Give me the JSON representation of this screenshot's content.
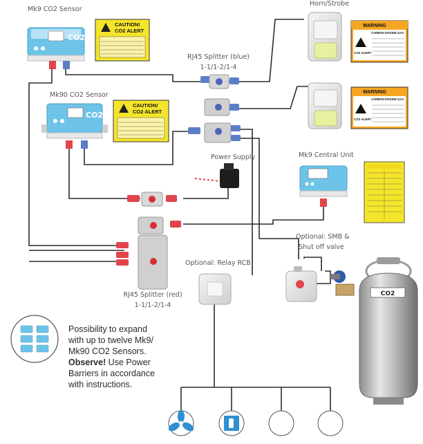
{
  "labels": {
    "mk9_sensor": "Mk9 CO2 Sensor",
    "mk90_sensor": "Mk90 CO2 Sensor",
    "horn_strobe": "Horn/Strobe",
    "splitter_blue_1": "RJ45 Splitter (blue)",
    "splitter_blue_2": "1-1/1-2/1-4",
    "power_supply": "Power Supply",
    "central_unit": "Mk9 Central Unit",
    "smb_1": "Optional: SMB &",
    "smb_2": "Shut off valve",
    "relay": "Optional: Relay RCB",
    "splitter_red_1": "RJ45 Splitter (red)",
    "splitter_red_2": "1-1/1-2/1-4",
    "tank": "CO2"
  },
  "expand_note": {
    "line1": "Possibility to expand",
    "line2": "with up to twelve Mk9/",
    "line3": "Mk90 CO2 Sensors.",
    "observe": "Observe!",
    "line4": " Use Power",
    "line5": "Barriers in accordance",
    "line6": "with instructions."
  },
  "sensor_display": {
    "co2": "CO2"
  },
  "caution_signs": {
    "title_1": "CAUTION!",
    "title_2": "CO2 ALERT"
  },
  "warning_signs": {
    "title": "WARNING",
    "subtitle": "CARBON DIOXIDE GAS",
    "alert": "CO2 ALERT"
  },
  "colors": {
    "sensor_blue": "#6ec4e8",
    "sign_yellow": "#f5e52a",
    "cable_red": "#e0454b",
    "cable_blue": "#5b7fc7",
    "wire": "#2b2b2b",
    "fan_blue": "#2f8fd0",
    "strobe_green": "#e8f0a0"
  }
}
